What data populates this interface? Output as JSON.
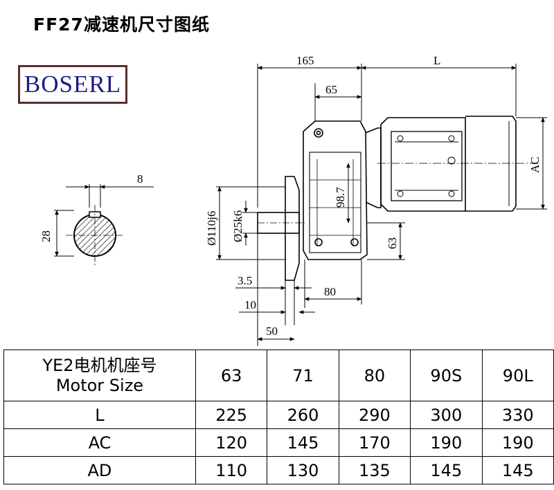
{
  "title": "FF27减速机尺寸图纸",
  "logo": {
    "text": "BOSERL",
    "color": "#1e1b86",
    "border_color": "#5a2d2d"
  },
  "dimensions": {
    "d165": "165",
    "dL": "L",
    "d65": "65",
    "dAC": "AC",
    "d98_7": "98.7",
    "d63": "63",
    "d110": "Ø110j6",
    "d25": "Ø25k6",
    "d3_5": "3.5",
    "d10": "10",
    "d50": "50",
    "d80": "80",
    "d8": "8",
    "d28": "28"
  },
  "table": {
    "header_line1": "YE2电机机座号",
    "header_line2": "Motor Size",
    "motor_sizes": [
      "63",
      "71",
      "80",
      "90S",
      "90L"
    ],
    "rows": [
      {
        "label": "L",
        "values": [
          "225",
          "260",
          "290",
          "300",
          "330"
        ]
      },
      {
        "label": "AC",
        "values": [
          "120",
          "145",
          "170",
          "190",
          "190"
        ]
      },
      {
        "label": "AD",
        "values": [
          "110",
          "130",
          "135",
          "145",
          "145"
        ]
      }
    ]
  }
}
